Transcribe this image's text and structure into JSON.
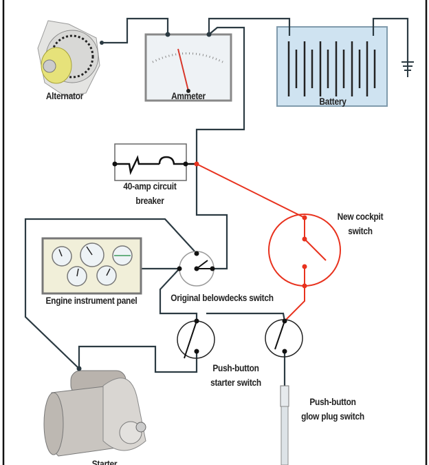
{
  "labels": {
    "alternator": "Alternator",
    "ammeter": "Ammeter",
    "battery": "Battery",
    "circuit_breaker_line1": "40-amp circuit",
    "circuit_breaker_line2": "breaker",
    "cockpit_switch_line1": "New cockpit",
    "cockpit_switch_line2": "switch",
    "instrument_panel": "Engine instrument panel",
    "belowdecks_switch": "Original belowdecks switch",
    "starter_switch_line1": "Push-button",
    "starter_switch_line2": "starter switch",
    "glow_switch_line1": "Push-button",
    "glow_switch_line2": "glow plug switch",
    "starter": "Starter"
  },
  "colors": {
    "wire": "#2b3a42",
    "new_wire": "#e8321e",
    "battery_fill": "#cfe3f1",
    "frame": "#111111"
  }
}
